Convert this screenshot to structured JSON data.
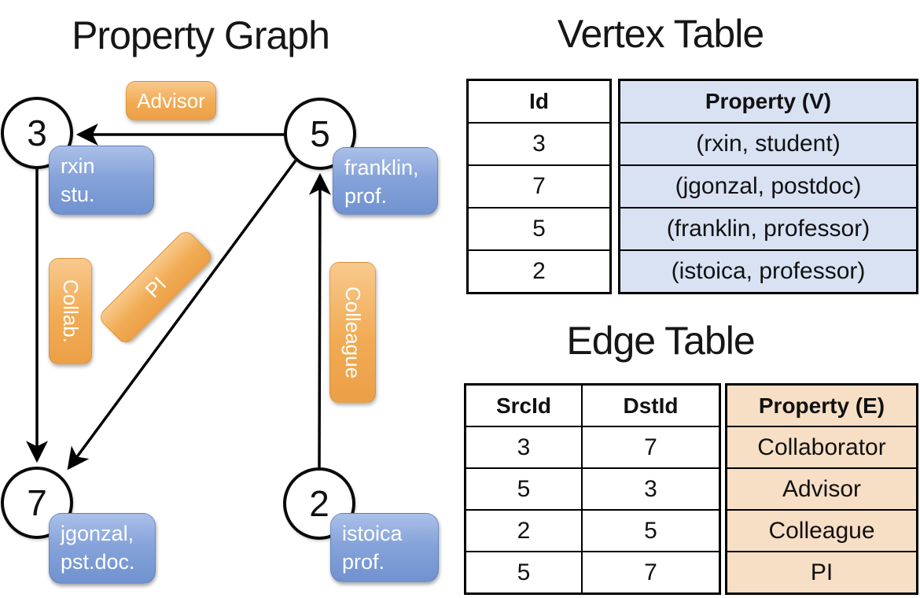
{
  "colors": {
    "node_box_blue_top": "#abc0e8",
    "node_box_blue_bottom": "#7092cf",
    "edge_label_orange_top": "#f8c98d",
    "edge_label_orange_bottom": "#eca047",
    "vertex_property_column_fill": "#d9e2f3",
    "edge_property_column_fill": "#f7dfc5",
    "line_color": "#000000"
  },
  "graph": {
    "title": "Property Graph",
    "nodes": [
      {
        "id": "3",
        "property": [
          "rxin",
          "stu."
        ]
      },
      {
        "id": "5",
        "property": [
          "franklin,",
          "prof."
        ]
      },
      {
        "id": "7",
        "property": [
          "jgonzal,",
          "pst.doc."
        ]
      },
      {
        "id": "2",
        "property": [
          "istoica",
          "prof."
        ]
      }
    ],
    "edges": [
      {
        "label": "Advisor"
      },
      {
        "label": "Collab."
      },
      {
        "label": "PI"
      },
      {
        "label": "Colleague"
      }
    ]
  },
  "vertex_table": {
    "title": "Vertex Table",
    "headers": {
      "id": "Id",
      "property": "Property (V)"
    },
    "rows": [
      {
        "id": "3",
        "property": "(rxin, student)"
      },
      {
        "id": "7",
        "property": "(jgonzal, postdoc)"
      },
      {
        "id": "5",
        "property": "(franklin, professor)"
      },
      {
        "id": "2",
        "property": "(istoica, professor)"
      }
    ]
  },
  "edge_table": {
    "title": "Edge Table",
    "headers": {
      "src": "SrcId",
      "dst": "DstId",
      "property": "Property (E)"
    },
    "rows": [
      {
        "src": "3",
        "dst": "7",
        "property": "Collaborator"
      },
      {
        "src": "5",
        "dst": "3",
        "property": "Advisor"
      },
      {
        "src": "2",
        "dst": "5",
        "property": "Colleague"
      },
      {
        "src": "5",
        "dst": "7",
        "property": "PI"
      }
    ]
  }
}
